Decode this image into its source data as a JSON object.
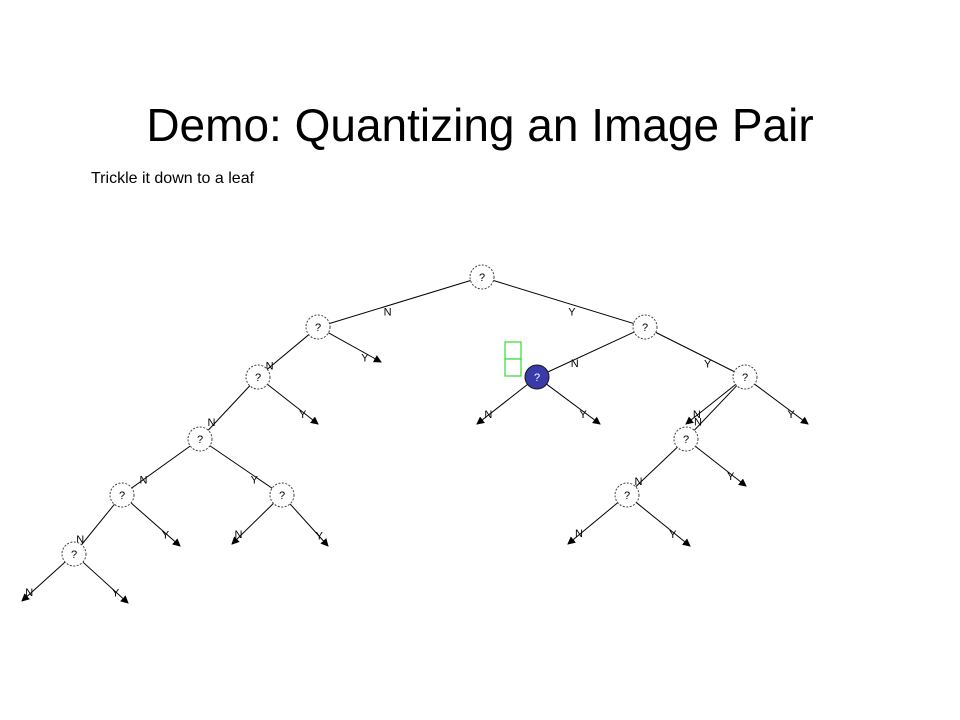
{
  "slide": {
    "title": "Demo: Quantizing an Image Pair",
    "subtitle": "Trickle it down to a leaf"
  },
  "tree": {
    "node_label": "?",
    "no_label": "N",
    "yes_label": "Y",
    "colors": {
      "node_fill": "#ffffff",
      "node_stroke": "#444444",
      "active_node_fill": "#3a3aa8",
      "active_node_text": "#ffffff",
      "edge": "#000000",
      "image_pair_marker": "#33dd33"
    },
    "active_node_id": "n4",
    "nodes": [
      {
        "id": "n0",
        "parent": null,
        "branch": null
      },
      {
        "id": "n1",
        "parent": "n0",
        "branch": "N"
      },
      {
        "id": "n2",
        "parent": "n0",
        "branch": "Y"
      },
      {
        "id": "n3",
        "parent": "n1",
        "branch": "N"
      },
      {
        "id": "n4",
        "parent": "n2",
        "branch": "N"
      },
      {
        "id": "n5",
        "parent": "n2",
        "branch": "Y"
      },
      {
        "id": "n6",
        "parent": "n3",
        "branch": "N"
      },
      {
        "id": "n7",
        "parent": "n5",
        "branch": "N"
      },
      {
        "id": "n8",
        "parent": "n6",
        "branch": "N"
      },
      {
        "id": "n9",
        "parent": "n6",
        "branch": "Y"
      },
      {
        "id": "n10",
        "parent": "n7",
        "branch": "N"
      },
      {
        "id": "n11",
        "parent": "n8",
        "branch": "N"
      }
    ]
  }
}
